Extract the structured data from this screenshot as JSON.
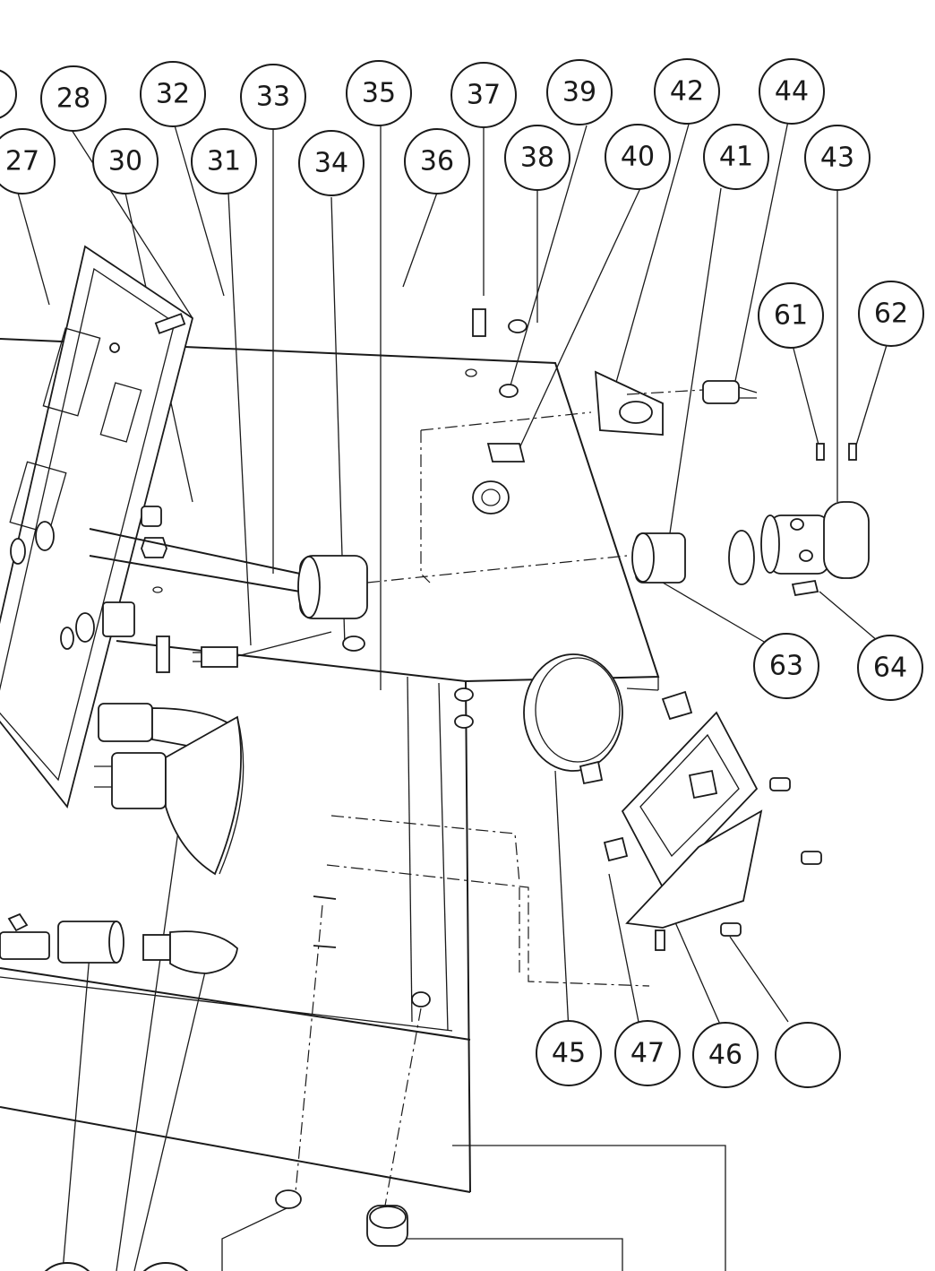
{
  "callouts": [
    {
      "id": "c28",
      "label": "28"
    },
    {
      "id": "c32",
      "label": "32"
    },
    {
      "id": "c33",
      "label": "33"
    },
    {
      "id": "c35",
      "label": "35"
    },
    {
      "id": "c37",
      "label": "37"
    },
    {
      "id": "c39",
      "label": "39"
    },
    {
      "id": "c42",
      "label": "42"
    },
    {
      "id": "c44",
      "label": "44"
    },
    {
      "id": "c27",
      "label": "27"
    },
    {
      "id": "c30",
      "label": "30"
    },
    {
      "id": "c31",
      "label": "31"
    },
    {
      "id": "c34",
      "label": "34"
    },
    {
      "id": "c36",
      "label": "36"
    },
    {
      "id": "c38",
      "label": "38"
    },
    {
      "id": "c40",
      "label": "40"
    },
    {
      "id": "c41",
      "label": "41"
    },
    {
      "id": "c43",
      "label": "43"
    },
    {
      "id": "c61",
      "label": "61"
    },
    {
      "id": "c62",
      "label": "62"
    },
    {
      "id": "c63",
      "label": "63"
    },
    {
      "id": "c64",
      "label": "64"
    },
    {
      "id": "c45",
      "label": "45"
    },
    {
      "id": "c47",
      "label": "47"
    },
    {
      "id": "c46",
      "label": "46"
    },
    {
      "id": "c-blank",
      "label": ""
    }
  ]
}
